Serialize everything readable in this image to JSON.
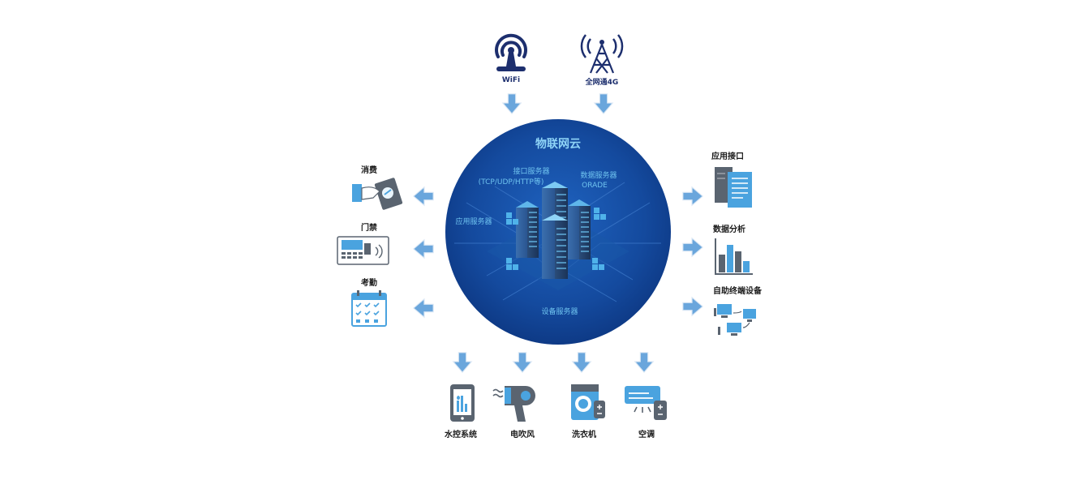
{
  "top": {
    "wifi_label": "WiFi",
    "cell_label": "全网通4G"
  },
  "cloud": {
    "title": "物联网云",
    "interface_server_line1": "接口服务器",
    "interface_server_line2": "(TCP/UDP/HTTP等)",
    "data_server_line1": "数据服务器",
    "data_server_line2": "ORADE",
    "app_server": "应用服务器",
    "device_server": "设备服务器"
  },
  "left": {
    "items": [
      {
        "label": "消费",
        "icon": "payment-card-icon"
      },
      {
        "label": "门禁",
        "icon": "access-control-icon"
      },
      {
        "label": "考勤",
        "icon": "attendance-calendar-icon"
      }
    ]
  },
  "right": {
    "items": [
      {
        "label": "应用接口",
        "icon": "document-stack-icon"
      },
      {
        "label": "数据分析",
        "icon": "bar-chart-icon"
      },
      {
        "label": "自助终端设备",
        "icon": "networked-computers-icon"
      }
    ]
  },
  "bottom": {
    "items": [
      {
        "label": "水控系统",
        "icon": "water-control-phone-icon"
      },
      {
        "label": "电吹风",
        "icon": "hair-dryer-icon"
      },
      {
        "label": "洗衣机",
        "icon": "washing-machine-icon"
      },
      {
        "label": "空调",
        "icon": "air-conditioner-icon"
      }
    ]
  },
  "colors": {
    "cloud_dark": "#0f3c8c",
    "cloud_light": "#1d5cb8",
    "arrow": "#5b9bd5",
    "icon_gray": "#5a6470",
    "icon_blue": "#4aa3df",
    "tower_navy": "#1d2f6e"
  }
}
